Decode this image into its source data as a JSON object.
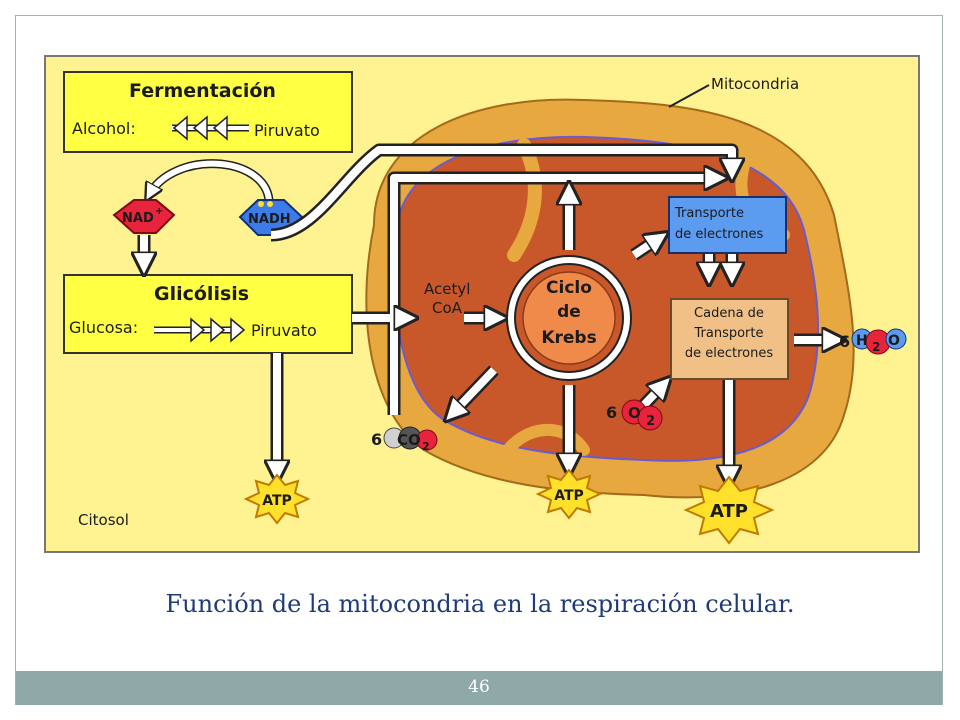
{
  "slide": {
    "caption": "Función de la mitocondria en la respiración celular.",
    "page_number": "46"
  },
  "diagram": {
    "mitochondria_label": "Mitocondria",
    "cytosol_label": "Citosol",
    "fermentation": {
      "title": "Fermentación",
      "alcohol": "Alcohol:",
      "pyruvate": "Piruvato"
    },
    "glycolysis": {
      "title": "Glicólisis",
      "glucose": "Glucosa:",
      "pyruvate": "Piruvato"
    },
    "nad": "NAD",
    "nad_sup": "+",
    "nadh": "NADH",
    "acetyl_coa": [
      "Acetyl",
      "CoA"
    ],
    "krebs": [
      "Ciclo",
      "de",
      "Krebs"
    ],
    "electron_transport": [
      "Transporte",
      "de electrones"
    ],
    "electron_chain": [
      "Cadena de",
      "Transporte",
      "de electrones"
    ],
    "co2": {
      "coef": "6",
      "mol": "CO",
      "sub": "2"
    },
    "o2": {
      "coef": "6",
      "mol": "O",
      "sub": "2"
    },
    "h2o": {
      "coef": "6",
      "h": "H",
      "sub": "2",
      "o": "O"
    },
    "atp": [
      "ATP",
      "ATP",
      "ATP"
    ],
    "colors": {
      "background": "#fff291",
      "box": "#ffff44",
      "mito_outer": "#e8a840",
      "mito_inner": "#c8582a",
      "transport_box": "#5b9bf0",
      "chain_box": "#f1c086",
      "nad": "#e8243c",
      "nadh": "#3c7be8",
      "atp": "#ffe02a",
      "caption": "#1f3a78",
      "footer": "#8fa9a9"
    }
  }
}
